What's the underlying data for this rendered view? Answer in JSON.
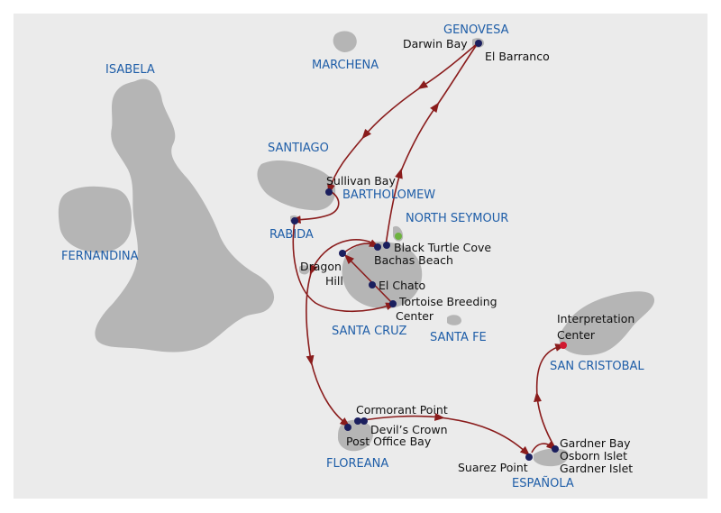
{
  "map": {
    "islands": {
      "genovesa": "GENOVESA",
      "marchena": "MARCHENA",
      "isabela": "ISABELA",
      "santiago": "SANTIAGO",
      "bartholomew": "BARTHOLOMEW",
      "north_seymour": "NORTH SEYMOUR",
      "rabida": "RABIDA",
      "fernandina": "FERNANDINA",
      "santa_cruz": "SANTA CRUZ",
      "santa_fe": "SANTA FE",
      "san_cristobal": "SAN CRISTOBAL",
      "floreana": "FLOREANA",
      "espanola": "ESPAÑOLA"
    },
    "sites": {
      "darwin_bay": "Darwin Bay",
      "el_barranco": "El Barranco",
      "sullivan_bay": "Sullivan Bay",
      "black_turtle_cove": "Black Turtle Cove",
      "bachas_beach": "Bachas Beach",
      "dragon_hill_1": "Dragon",
      "dragon_hill_2": "Hill",
      "el_chato": "El Chato",
      "tortoise_1": "Tortoise Breeding",
      "tortoise_2": "Center",
      "interpretation_1": "Interpretation",
      "interpretation_2": "Center",
      "cormorant_point": "Cormorant Point",
      "devils_crown": "Devil’s Crown",
      "post_office_bay": "Post Office Bay",
      "suarez_point": "Suarez Point",
      "gardner_bay": "Gardner Bay",
      "osborn_islet": "Osborn Islet",
      "gardner_islet": "Gardner Islet"
    },
    "colors": {
      "sea": "#ebebeb",
      "land": "#b5b5b5",
      "route": "#8a1c1c",
      "site_dot": "#1b1f5e",
      "start_dot": "#6db33f",
      "end_dot": "#d0182f",
      "island_label": "#1f5ea8"
    }
  }
}
